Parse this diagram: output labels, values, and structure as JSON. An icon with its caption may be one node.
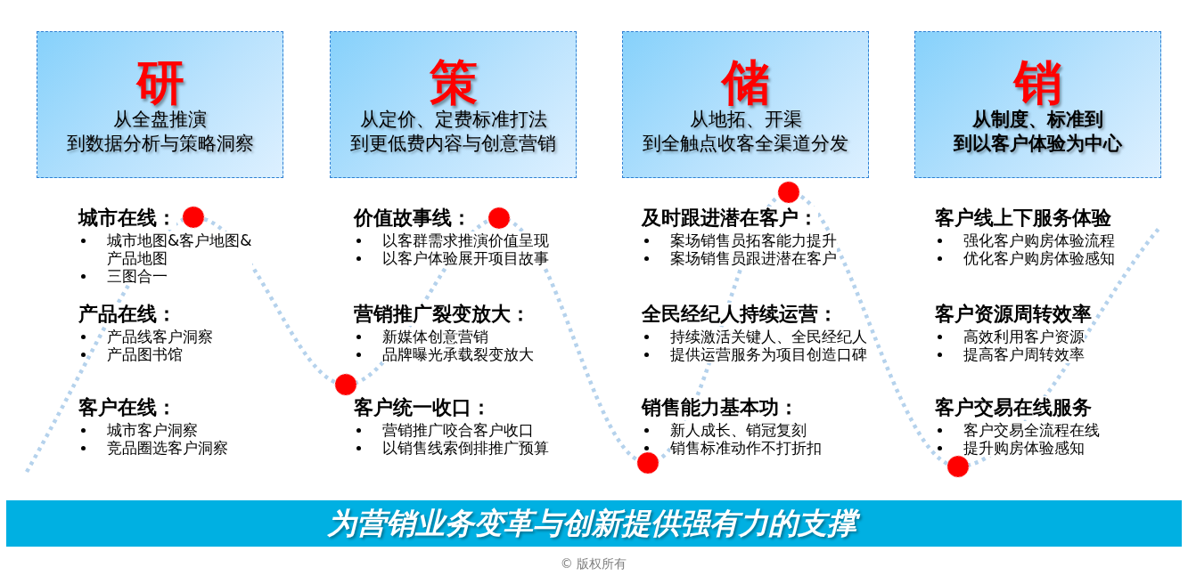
{
  "diagram": {
    "nodes": [
      {
        "text": [
          "研",
          "从全盘推演到数据分析与策略洞察"
        ]
      },
      {
        "text": [
          "策",
          "从定价、定费标准打法到更低费内容与创意营销"
        ]
      },
      {
        "text": [
          "储",
          "从地拓、开渠到全触点收客全渠道分发"
        ]
      },
      {
        "text": [
          "销",
          "从制度、标准到到以客户体验为中心"
        ]
      },
      {
        "text": [
          "为营销业务变革与创新提供强有力的支撑"
        ]
      }
    ],
    "labels": [
      "城市在线：",
      "城市地图&客户地图&产品地图",
      "三图合一",
      "产品在线：",
      "产品线客户洞察",
      "产品图书馆",
      "客户在线：",
      "城市客户洞察",
      "竞品圈选客户洞察",
      "价值故事线：",
      "以客群需求推演价值呈现",
      "以客户体验展开项目故事",
      "营销推广裂变放大：",
      "新媒体创意营销",
      "品牌曝光承载裂变放大",
      "客户统一收口：",
      "营销推广咬合客户收口",
      "以销售线索倒排推广预算",
      "及时跟进潜在客户：",
      "案场销售员拓客能力提升",
      "案场销售员跟进潜在客户",
      "全民经纪人持续运营：",
      "持续激活关键人、全民经纪人",
      "提供运营服务为项目创造口碑",
      "销售能力基本功：",
      "新人成长、销冠复刻",
      "销售标准动作不打折扣",
      "客户线上下服务体验",
      "强化客户购房体验流程",
      "优化客户购房体验感知",
      "客户资源周转效率",
      "高效利用客户资源",
      "提高客户周转效率",
      "客户交易在线服务",
      "客户交易全流程在线",
      "提升购房体验感知",
      "© 版权所有"
    ]
  }
}
